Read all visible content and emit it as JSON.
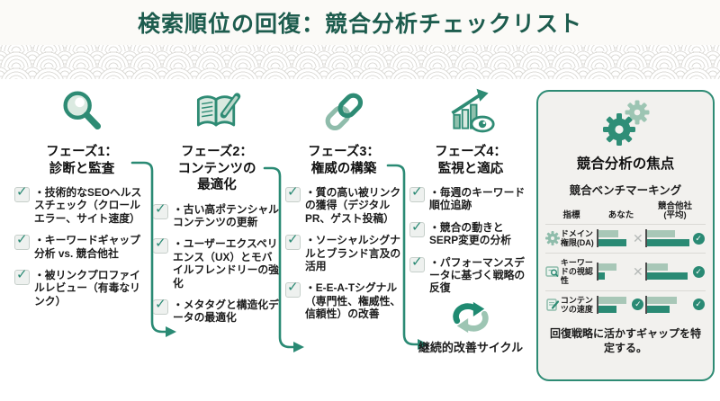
{
  "header": {
    "title": "検索順位の回復：競合分析チェックリスト"
  },
  "icons": {
    "check": "✓",
    "x": "✕"
  },
  "colors": {
    "accent_teal": "#2a8a74",
    "light_sage": "#a8c7b7",
    "title_green": "#1d5c4e",
    "panel_bg": "#f2f1ee",
    "header_bg": "#fbfaf7"
  },
  "phases": [
    {
      "icon": "magnifier-icon",
      "title": "フェーズ1：\n診断と監査",
      "items": [
        "・技術的なSEOヘルススチェック（クロールエラー、サイト速度）",
        "・キーワードギャップ分析 vs. 競合他社",
        "・被リンクプロファイルレビュー（有毒なリンク）"
      ]
    },
    {
      "icon": "book-pen-icon",
      "title": "フェーズ2：\nコンテンツの\n最適化",
      "items": [
        "・古い高ポテンシャルコンテンツの更新",
        "・ユーザーエクスペリエンス（UX）とモバイルフレンドリーの強化",
        "・メタタグと構造化データの最適化"
      ]
    },
    {
      "icon": "chain-link-icon",
      "title": "フェーズ3：\n権威の構築",
      "items": [
        "・質の高い被リンクの獲得（デジタルPR、ゲスト投稿）",
        "・ソーシャルシグナルとブランド言及の活用",
        "・E-E-A-Tシグナル（専門性、権威性、信頼性）の改善"
      ]
    },
    {
      "icon": "chart-eye-icon",
      "title": "フェーズ4：\n監視と適応",
      "items": [
        "・毎週のキーワード順位追跡",
        "・競合の動きとSERP変更の分析",
        "・パフォーマンスデータに基づく戦略の反復"
      ]
    }
  ],
  "cycle": {
    "label": "継続的改善サイクル"
  },
  "panel": {
    "title": "競合分析の焦点",
    "bench_title": "競合ベンチマーキング",
    "columns": [
      "指標",
      "あなた",
      "競合他社\n(平均)"
    ],
    "rows": [
      {
        "icon": "gear-icon",
        "label": "ドメイン権限(DA)",
        "you_light": 60,
        "you_dark": 85,
        "you_status": "x",
        "comp_light": 64,
        "comp_dark": 95,
        "comp_status": "check"
      },
      {
        "icon": "keyword-visibility-icon",
        "label": "キーワードの視認性",
        "you_light": 55,
        "you_dark": 18,
        "you_status": "x",
        "comp_light": 48,
        "comp_dark": 92,
        "comp_status": "check"
      },
      {
        "icon": "content-speed-icon",
        "label": "コンテンツの速度",
        "you_light": 85,
        "you_dark": 55,
        "you_status": "check",
        "comp_light": 68,
        "comp_dark": 52,
        "comp_status": "check"
      }
    ],
    "footer": "回復戦略に活かすギャップを特定する。"
  }
}
